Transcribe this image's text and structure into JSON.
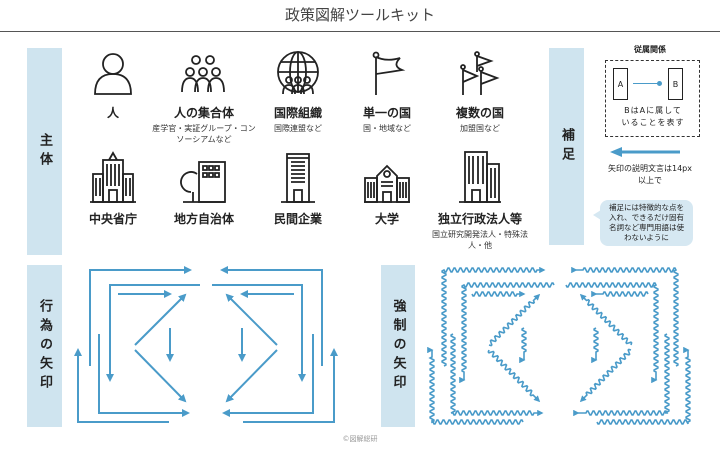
{
  "title": "政策図解ツールキット",
  "sections": {
    "subject": "主体",
    "supplement": "補足",
    "action_arrows": "行為の矢印",
    "force_arrows": "強制の矢印"
  },
  "subjects": [
    {
      "icon": "person-icon",
      "label": "人",
      "sub": ""
    },
    {
      "icon": "group-icon",
      "label": "人の集合体",
      "sub": "産学官・実証グループ・コンソーシアムなど"
    },
    {
      "icon": "globe-people-icon",
      "label": "国際組織",
      "sub": "国際連盟など"
    },
    {
      "icon": "flag-icon",
      "label": "単一の国",
      "sub": "国・地域など"
    },
    {
      "icon": "flags-icon",
      "label": "複数の国",
      "sub": "加盟国など"
    },
    {
      "icon": "government-building-icon",
      "label": "中央省庁",
      "sub": ""
    },
    {
      "icon": "city-hall-icon",
      "label": "地方自治体",
      "sub": ""
    },
    {
      "icon": "office-building-icon",
      "label": "民間企業",
      "sub": ""
    },
    {
      "icon": "university-icon",
      "label": "大学",
      "sub": ""
    },
    {
      "icon": "institution-icon",
      "label": "独立行政法人等",
      "sub": "国立研究開発法人・特殊法人・他"
    }
  ],
  "supplement": {
    "relation_title": "従属関係",
    "box_a": "A",
    "box_b": "B",
    "relation_text": "BはAに属していることを表す",
    "arrow_note": "矢印の説明文言は14px以上で",
    "bubble": "補足には特徴的な点を入れ、できるだけ固有名詞など専門用語は使わないように"
  },
  "colors": {
    "arrow": "#4a9bc9",
    "bar": "#cfe4ef",
    "bubble": "#d6e8f2"
  },
  "copyright": "©図解総研"
}
